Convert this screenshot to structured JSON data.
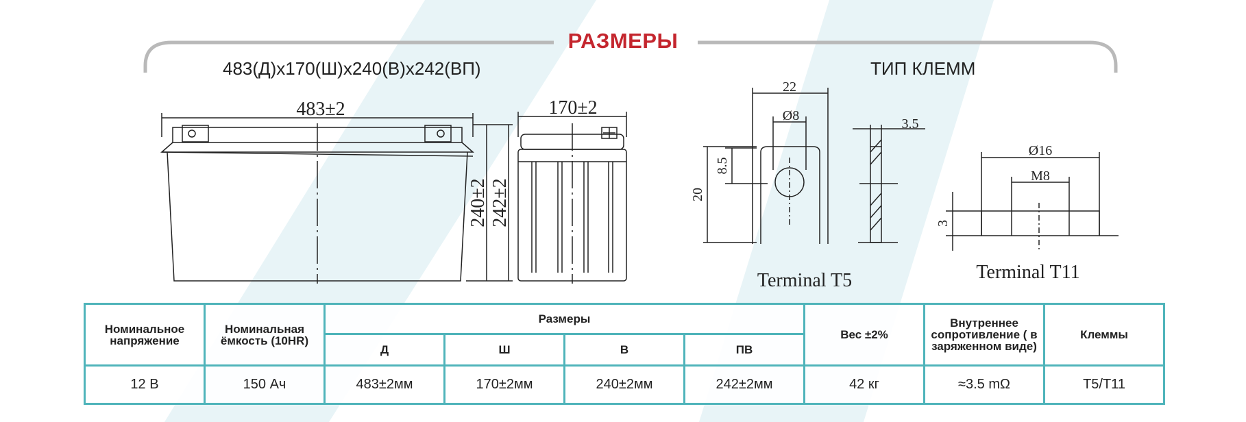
{
  "header": {
    "title": "РАЗМЕРЫ",
    "dimensions_summary": "483(Д)x170(Ш)x240(В)x242(ВП)",
    "terminal_type_title": "ТИП КЛЕММ"
  },
  "drawing": {
    "front_width_label": "483±2",
    "side_width_label": "170±2",
    "height_label": "240±2",
    "total_height_label": "242±2",
    "t5": {
      "width": "22",
      "hole_diameter": "Ø8",
      "offset": "8.5",
      "height": "20",
      "thickness": "3.5",
      "name": "Terminal T5"
    },
    "t11": {
      "diameter": "Ø16",
      "thread": "M8",
      "height": "3",
      "name": "Terminal T11"
    }
  },
  "table": {
    "headers": {
      "voltage": "Номинальное напряжение",
      "capacity": "Номинальная ёмкость (10HR)",
      "dimensions": "Размеры",
      "length": "Д",
      "width": "Ш",
      "height": "В",
      "total_height": "ПВ",
      "weight": "Вес ±2%",
      "resistance": "Внутреннее сопротивление ( в заряженном виде)",
      "terminals": "Клеммы"
    },
    "row": {
      "voltage": "12 В",
      "capacity": "150 Ач",
      "length": "483±2мм",
      "width": "170±2мм",
      "height": "240±2мм",
      "total_height": "242±2мм",
      "weight": "42 кг",
      "resistance": "≈3.5 mΩ",
      "terminals": "T5/T11"
    }
  },
  "colors": {
    "accent": "#c4262e",
    "table_border": "#4fb4ba",
    "watermark": "#e2f2f5"
  }
}
